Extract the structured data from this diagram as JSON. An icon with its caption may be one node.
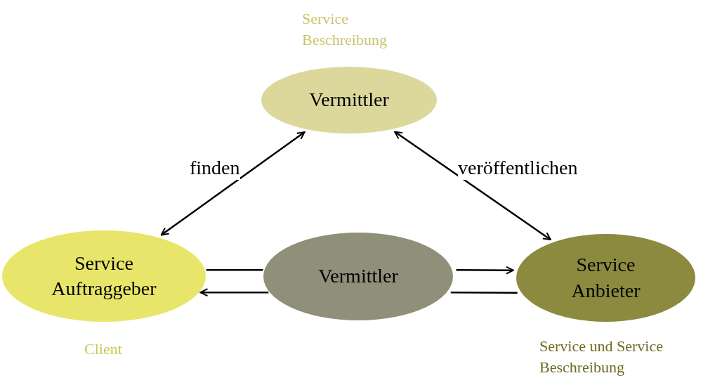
{
  "diagram": {
    "nodes": [
      {
        "text": [
          "Vermittler"
        ],
        "beside": [
          "Service Beschreibung"
        ]
      },
      {
        "text": [
          "Service Auftraggeber"
        ],
        "beside": [
          "Client"
        ]
      },
      {
        "text": [
          "Vermittler"
        ]
      },
      {
        "text": [
          "Service Anbieter"
        ],
        "beside": [
          "Service und Service Beschreibung"
        ]
      }
    ],
    "edges": [
      {
        "from": 1,
        "to": 0,
        "arrow": "both",
        "label": "finden"
      },
      {
        "from": 3,
        "to": 0,
        "arrow": "both",
        "label": "veröffentlichen"
      },
      {
        "from": 2,
        "to": 1,
        "arrow": "none"
      },
      {
        "from": 2,
        "to": 1,
        "arrow": "to"
      },
      {
        "from": 2,
        "to": 3,
        "arrow": "to"
      },
      {
        "from": 2,
        "to": 3,
        "arrow": "none"
      }
    ]
  }
}
